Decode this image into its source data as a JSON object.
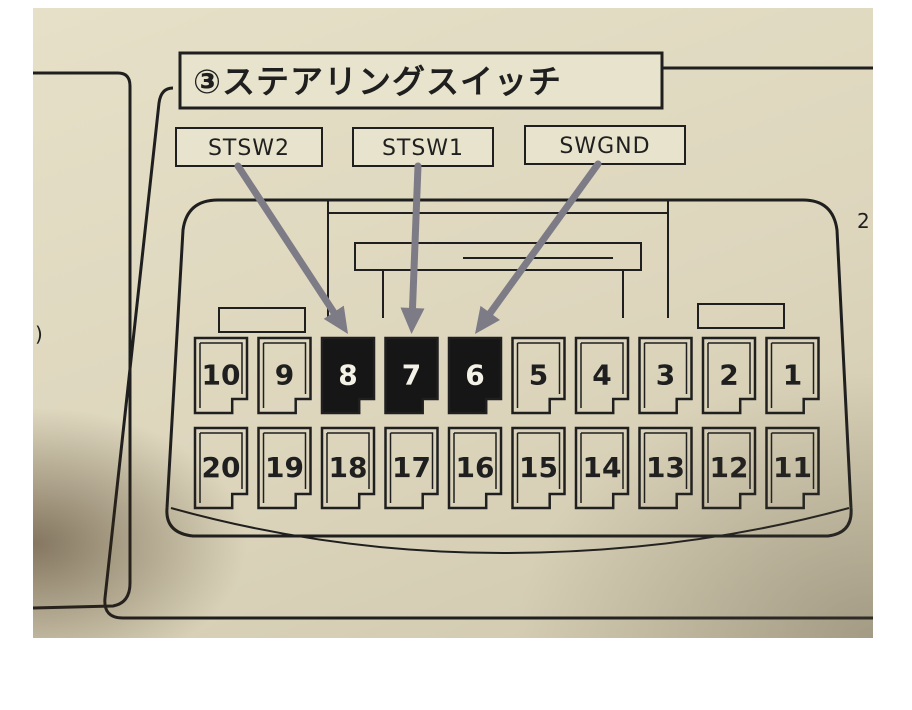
{
  "diagram": {
    "title": "③ステアリングスイッチ",
    "callouts": [
      {
        "label": "STSW2",
        "pin": "8"
      },
      {
        "label": "STSW1",
        "pin": "7"
      },
      {
        "label": "SWGND",
        "pin": "6"
      }
    ],
    "top_row_pins": [
      "10",
      "9",
      "8",
      "7",
      "6",
      "5",
      "4",
      "3",
      "2",
      "1"
    ],
    "bottom_row_pins": [
      "20",
      "19",
      "18",
      "17",
      "16",
      "15",
      "14",
      "13",
      "12",
      "11"
    ],
    "highlighted_pins": [
      "8",
      "7",
      "6"
    ],
    "left_edge_text": ")",
    "right_edge_text": "2",
    "colors": {
      "paper": "#e3ddc5",
      "ink": "#1f1f1f",
      "arrow": "#7d7b86",
      "highlight_fill": "#161616",
      "highlight_text": "#f4f1e6"
    }
  }
}
